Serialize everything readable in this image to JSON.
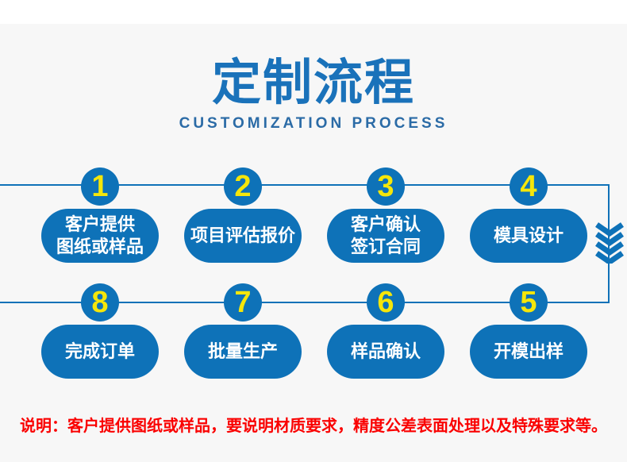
{
  "header": {
    "title": "定制流程",
    "subtitle": "CUSTOMIZATION PROCESS"
  },
  "rows": [
    {
      "steps": [
        {
          "number": "1",
          "lines": [
            "客户提供",
            "图纸或样品"
          ]
        },
        {
          "number": "2",
          "lines": [
            "项目评估报价"
          ]
        },
        {
          "number": "3",
          "lines": [
            "客户确认",
            "签订合同"
          ]
        },
        {
          "number": "4",
          "lines": [
            "模具设计"
          ]
        }
      ]
    },
    {
      "steps": [
        {
          "number": "8",
          "lines": [
            "完成订单"
          ]
        },
        {
          "number": "7",
          "lines": [
            "批量生产"
          ]
        },
        {
          "number": "6",
          "lines": [
            "样品确认"
          ]
        },
        {
          "number": "5",
          "lines": [
            "开模出样"
          ]
        }
      ]
    }
  ],
  "note": {
    "text": "说明：客户提供图纸或样品，要说明材质要求，精度公差表面处理以及特殊要求等。"
  },
  "icons": {
    "flow_arrow": "quad-chevron-down-icon"
  },
  "colors": {
    "shape_blue": "#0e72b8",
    "line_blue": "#1072b8",
    "title_blue": "#1a72ba",
    "subtitle_blue": "#2b6ba6",
    "number_yellow": "#f5e60a",
    "note_red": "#fa0000",
    "background": "#f7f7f7",
    "top_band": "#ffffff",
    "label_text": "#ffffff"
  }
}
